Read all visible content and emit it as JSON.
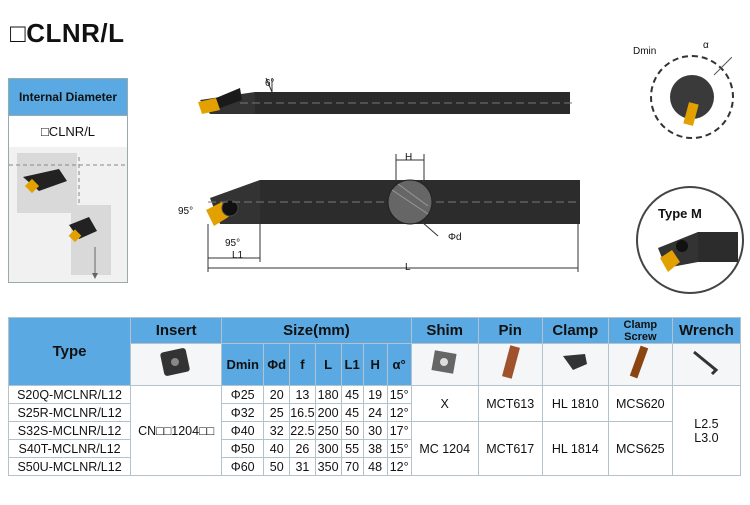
{
  "title": "□CLNR/L",
  "panel": {
    "header": "Internal Diameter",
    "type": "□CLNR/L"
  },
  "drawing": {
    "angle_top": "6°",
    "dim_h": "H",
    "dim_phid": "Φd",
    "angle_95a": "95°",
    "angle_95b": "95°",
    "dim_l1": "L1",
    "dim_l": "L",
    "dmin": "Dmin",
    "alpha": "α",
    "type_m": "Type M"
  },
  "table": {
    "headers": {
      "type": "Type",
      "insert": "Insert",
      "size": "Size(mm)",
      "shim": "Shim",
      "pin": "Pin",
      "clamp": "Clamp",
      "clamp_screw": "Clamp Screw",
      "wrench": "Wrench"
    },
    "size_cols": [
      "Dmin",
      "Φd",
      "f",
      "L",
      "L1",
      "H",
      "α°"
    ],
    "rows": [
      {
        "type": "S20Q-MCLNR/L12",
        "dmin": "Φ25",
        "d": "20",
        "f": "13",
        "L": "180",
        "L1": "45",
        "H": "19",
        "a": "15°"
      },
      {
        "type": "S25R-MCLNR/L12",
        "dmin": "Φ32",
        "d": "25",
        "f": "16.5",
        "L": "200",
        "L1": "45",
        "H": "24",
        "a": "12°"
      },
      {
        "type": "S32S-MCLNR/L12",
        "dmin": "Φ40",
        "d": "32",
        "f": "22.5",
        "L": "250",
        "L1": "50",
        "H": "30",
        "a": "17°"
      },
      {
        "type": "S40T-MCLNR/L12",
        "dmin": "Φ50",
        "d": "40",
        "f": "26",
        "L": "300",
        "L1": "55",
        "H": "38",
        "a": "15°"
      },
      {
        "type": "S50U-MCLNR/L12",
        "dmin": "Φ60",
        "d": "50",
        "f": "31",
        "L": "350",
        "L1": "70",
        "H": "48",
        "a": "12°"
      }
    ],
    "insert": "CN□□1204□□",
    "shim": [
      "X",
      "MC 1204"
    ],
    "pin": [
      "MCT613",
      "MCT617"
    ],
    "clamp": [
      "HL 1810",
      "HL 1814"
    ],
    "clamp_screw": [
      "MCS620",
      "MCS625"
    ],
    "wrench": [
      "L2.5",
      "L3.0"
    ]
  }
}
